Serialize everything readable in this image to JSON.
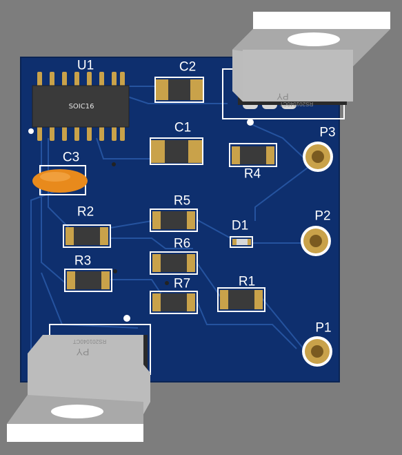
{
  "board": {
    "color": "#0e2f6e",
    "trace_color": "#2a5aa8",
    "silk_color": "#ffffff",
    "pad_color": "#c9a24a",
    "pad_hole_color": "#b98a35",
    "body_color": "#3a3a3a"
  },
  "labels": {
    "u1": "U1",
    "u1_package": "SOIC16",
    "c1": "C1",
    "c2": "C2",
    "c3": "C3",
    "r1": "R1",
    "r2": "R2",
    "r3": "R3",
    "r4": "R4",
    "r5": "R5",
    "r6": "R6",
    "r7": "R7",
    "d1": "D1",
    "p1": "P1",
    "p2": "P2",
    "p3": "P3"
  },
  "regulator": {
    "brand_text": "PY",
    "part_text": "RS201040CT"
  }
}
